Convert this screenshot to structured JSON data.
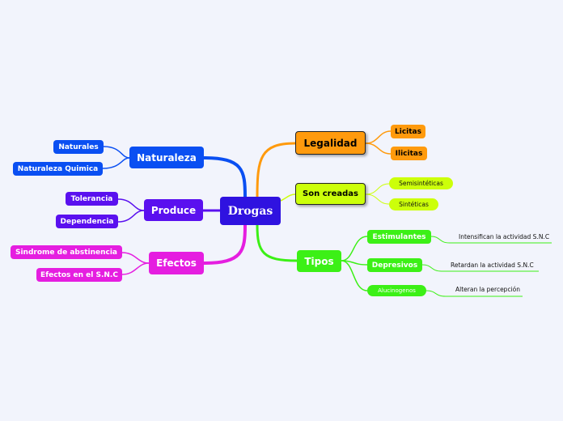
{
  "center": "Drogas",
  "naturaleza": {
    "label": "Naturaleza",
    "children": [
      "Naturales",
      "Naturaleza Quimica"
    ],
    "color": "#0a4ff2"
  },
  "produce": {
    "label": "Produce",
    "children": [
      "Tolerancia",
      "Dependencia"
    ],
    "color": "#5a10ef"
  },
  "efectos": {
    "label": "Efectos",
    "children": [
      "Sindrome de abstinencia",
      "Efectos en el S.N.C"
    ],
    "color": "#e51ee0"
  },
  "legalidad": {
    "label": "Legalidad",
    "children": [
      "Licitas",
      "Ilicitas"
    ],
    "color": "#ff9a0d"
  },
  "son_creadas": {
    "label": "Son creadas",
    "children": [
      "Semisintéticas",
      "Sintéticas"
    ],
    "color": "#ccff0a"
  },
  "tipos": {
    "label": "Tipos",
    "color": "#3cf016",
    "children": [
      {
        "label": "Estimulantes",
        "note": "Intensifican la actividad S.N.C"
      },
      {
        "label": "Depresivos",
        "note": "Retardan la actividad S.N.C"
      },
      {
        "label": "Alucinogenos",
        "note": "Alteran la percepción"
      }
    ]
  }
}
